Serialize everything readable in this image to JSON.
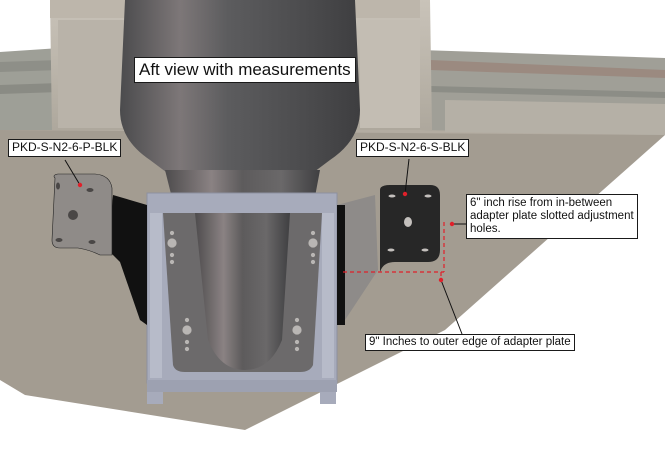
{
  "title": "Aft view with measurements",
  "labels": {
    "port_bracket": "PKD-S-N2-6-P-BLK",
    "starboard_bracket": "PKD-S-N2-6-S-BLK"
  },
  "measurements": {
    "rise": "6\" inch rise from in-between adapter plate slotted adjustment holes.",
    "outer_edge": "9\" Inches to outer edge of adapter plate"
  },
  "colors": {
    "hull": "#a29b90",
    "deck": "#b8b0a5",
    "motor": "#5a5a5c",
    "bracket_port": "#8e8a86",
    "bracket_stbd": "#262626",
    "jackplate": "#a9adbd",
    "dimension_line": "#e0202a",
    "leader_line": "#111111"
  }
}
